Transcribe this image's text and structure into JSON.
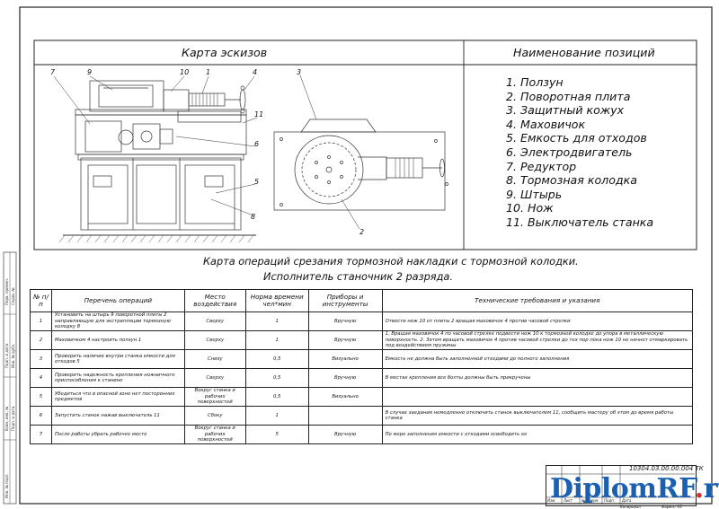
{
  "sketch_title": "Карта эскизов",
  "positions_title": "Наименование позиций",
  "positions": [
    "1. Ползун",
    "2. Поворотная плита",
    "3. Защитный кожух",
    "4. Маховичок",
    "5. Емкость для отходов",
    "6. Электродвигатель",
    "7. Редуктор",
    "8. Тормозная колодка",
    "9. Штырь",
    "10. Нож",
    "11. Выключатель станка"
  ],
  "callouts_machine": [
    "7",
    "9",
    "10",
    "1",
    "4",
    "11",
    "6",
    "5",
    "8"
  ],
  "callouts_plan": [
    "3",
    "2"
  ],
  "ops_title_line1": "Карта операций срезания тормозной накладки с тормозной колодки.",
  "ops_title_line2": "Исполнитель станочник 2 разряда.",
  "table": {
    "headers": [
      "№ п/п",
      "Перечень операций",
      "Место воздействия",
      "Норма времени чел*мин",
      "Приборы и инструменты",
      "Технические требования и указания"
    ],
    "rows": [
      [
        "1",
        "Установить на штырь 9 поворотной плиты 2 направляющую для экстрапляции тормозную колодку 8",
        "Сверху",
        "1",
        "Вручную",
        "Отвести нож 10 от плиты 2 вращая маховичок 4 против часовой стрелки"
      ],
      [
        "2",
        "Маховичком 4 настроить ползун 1",
        "Сверху",
        "1",
        "Вручную",
        "1. Вращая маховичок 4 по часовой стрелке подвести нож 10 к тормозной колодке до упора в металлическую поверхность. 2. Затем вращать маховичок 4 против часовой стрелки до тех пор пока нож 10 не начнет отмаркировать под воздействием пружины"
      ],
      [
        "3",
        "Проверить наличие внутри станка емкости для отходов 5",
        "Снизу",
        "0,5",
        "Визуально",
        "Емкость не должна быть заполненной отходами до полного заполнения"
      ],
      [
        "4",
        "Проверить надежность крепления ножничного приспособления к станине",
        "Сверху",
        "0,5",
        "Вручную",
        "В местах крепления все болты должны быть прикручены"
      ],
      [
        "5",
        "Убедиться что в опасной зоне нет посторонних предметов",
        "Вокруг станка и рабочих поверхностей",
        "0,5",
        "Визуально",
        ""
      ],
      [
        "6",
        "Запустить станок нажав выключатель 11",
        "Сбоку",
        "1",
        "",
        "В случае заедания немедленно отключить станок выключателем 11, сообщить мастеру об этом до время работы станка"
      ],
      [
        "7",
        "После работы убрать рабочее место",
        "Вокруг станка и рабочих поверхностей",
        "5",
        "Вручную",
        "По мере заполнения емкости с отходами освободить ее"
      ]
    ]
  },
  "doc_code": "10304.03.00.00.004 ТК",
  "stamp_labels": [
    "Изм.",
    "Лист",
    "№ докум.",
    "Подп.",
    "Дата"
  ],
  "stamp_footer_left": "Копировал",
  "stamp_footer_right": "Формат А3",
  "watermark_main": "DiplomRF",
  "watermark_dot": ".",
  "watermark_tail": "ru",
  "left_strip": [
    "Перв. примен.",
    "Справ. №",
    "Подп. и дата",
    "Инв. № дубл.",
    "Взам. инв. №",
    "Подп. и дата",
    "Инв. № подл."
  ]
}
